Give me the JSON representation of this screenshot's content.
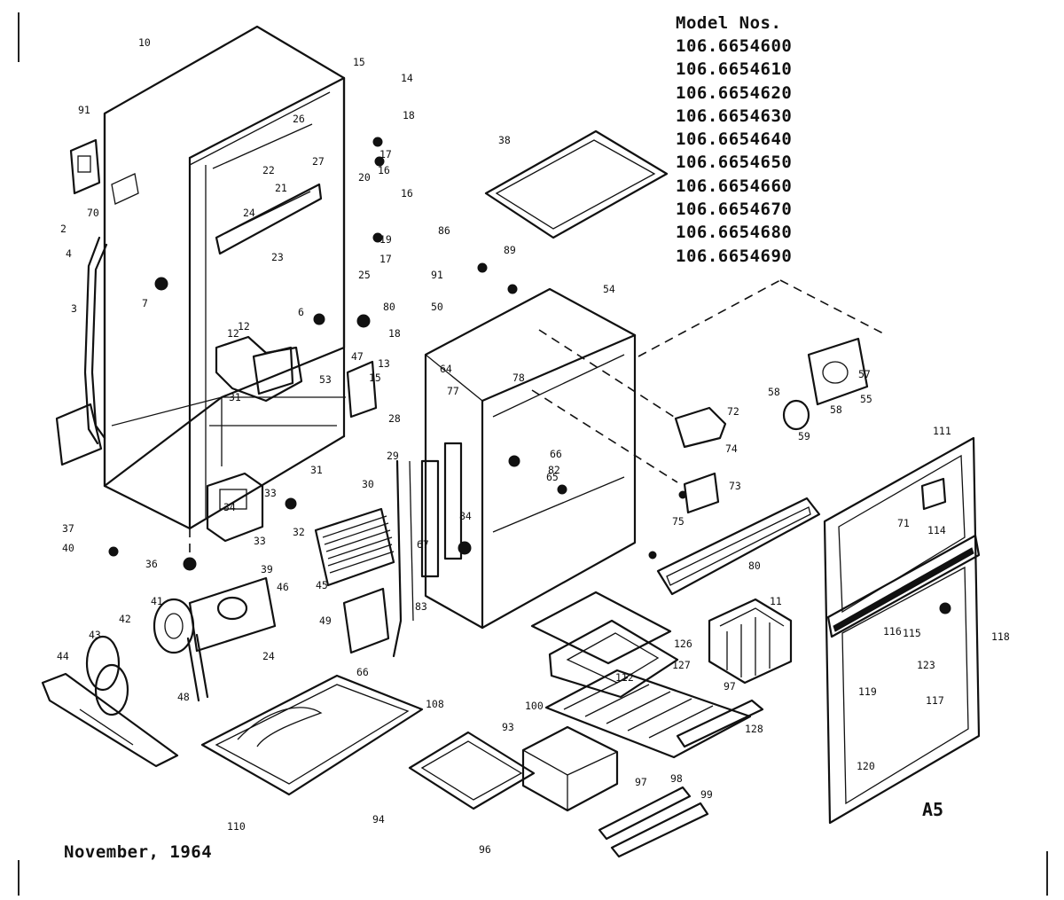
{
  "header": {
    "title": "Model Nos.",
    "models": [
      "106.6654600",
      "106.6654610",
      "106.6654620",
      "106.6654630",
      "106.6654640",
      "106.6654650",
      "106.6654660",
      "106.6654670",
      "106.6654680",
      "106.6654690"
    ]
  },
  "footer": {
    "date": "November, 1964",
    "sheet": "A5"
  },
  "callouts": [
    "10",
    "15",
    "14",
    "18",
    "17",
    "16",
    "20",
    "16",
    "19",
    "17",
    "25",
    "27",
    "26",
    "22",
    "21",
    "24",
    "23",
    "91",
    "70",
    "2",
    "4",
    "3",
    "7",
    "6",
    "80",
    "18",
    "12",
    "47",
    "13",
    "12",
    "53",
    "15",
    "28",
    "31",
    "31",
    "29",
    "30",
    "32",
    "33",
    "33",
    "34",
    "36",
    "37",
    "40",
    "39",
    "46",
    "45",
    "48",
    "41",
    "42",
    "43",
    "44",
    "24",
    "49",
    "66",
    "65",
    "38",
    "86",
    "91",
    "89",
    "50",
    "54",
    "57",
    "58",
    "55",
    "58",
    "59",
    "72",
    "74",
    "73",
    "75",
    "80",
    "78",
    "77",
    "64",
    "66",
    "82",
    "84",
    "67",
    "83",
    "126",
    "127",
    "112",
    "97",
    "100",
    "128",
    "11",
    "108",
    "110",
    "93",
    "94",
    "96",
    "97",
    "98",
    "99",
    "111",
    "71",
    "114",
    "115",
    "116",
    "123",
    "119",
    "117",
    "118",
    "120"
  ]
}
